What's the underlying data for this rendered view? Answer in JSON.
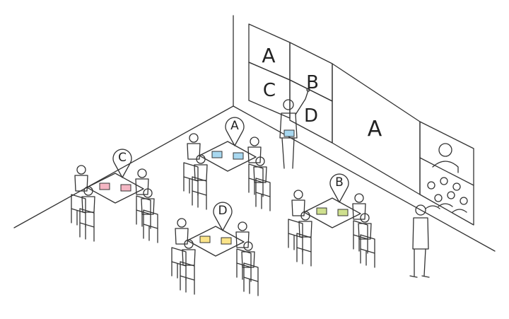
{
  "colors": {
    "zone_a": "#a8d8f0",
    "zone_b": "#cfe08f",
    "zone_c": "#f4b6c3",
    "zone_d": "#fbe489",
    "video_panel": "#eeeeee",
    "person_fill": "#f4f4f4",
    "line": "#333333"
  },
  "video_wall": {
    "tiles": [
      {
        "label": "A",
        "color": "zone_a"
      },
      {
        "label": "B",
        "color": "zone_b"
      },
      {
        "label": "C",
        "color": "zone_c"
      },
      {
        "label": "D",
        "color": "zone_d"
      },
      {
        "label": "A",
        "color": "zone_a"
      }
    ]
  },
  "groups": [
    {
      "label": "A",
      "color": "zone_a"
    },
    {
      "label": "B",
      "color": "zone_b"
    },
    {
      "label": "C",
      "color": "zone_c"
    },
    {
      "label": "D",
      "color": "zone_d"
    }
  ]
}
